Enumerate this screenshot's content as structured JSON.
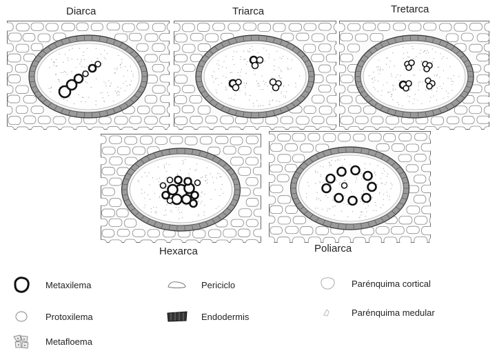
{
  "panels": {
    "diarca": "Diarca",
    "triarca": "Triarca",
    "tretarca": "Tretarca",
    "hexarca": "Hexarca",
    "poliarca": "Poliarca"
  },
  "legend": {
    "metaxilema": "Metaxilema",
    "protoxilema": "Protoxilema",
    "metafloema": "Metafloema",
    "periciclo": "Periciclo",
    "endodermis": "Endodermis",
    "parenquima_cortical": "Parénquima cortical",
    "parenquima_medular": "Parénquima medular"
  }
}
